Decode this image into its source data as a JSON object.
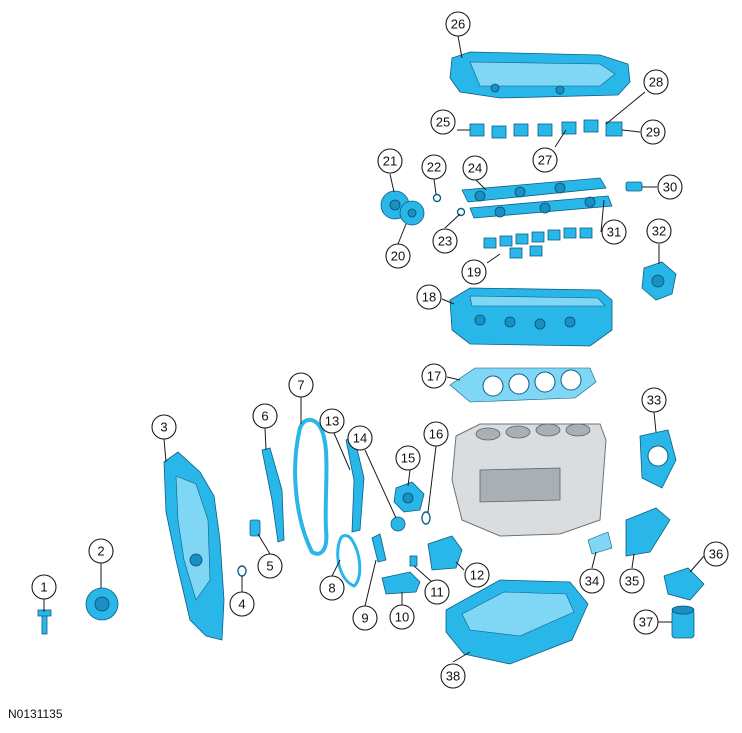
{
  "figure_id": "N0131135",
  "callouts": [
    "1",
    "2",
    "3",
    "4",
    "5",
    "6",
    "7",
    "8",
    "9",
    "10",
    "11",
    "12",
    "13",
    "14",
    "15",
    "16",
    "17",
    "18",
    "19",
    "20",
    "21",
    "22",
    "23",
    "24",
    "25",
    "26",
    "27",
    "28",
    "29",
    "30",
    "31",
    "32",
    "33",
    "34",
    "35",
    "36",
    "37",
    "38"
  ],
  "colors": {
    "part_fill": "#29b6e8",
    "part_stroke": "#0d5f86",
    "block_fill": "#d9dde0",
    "callout_stroke": "#1a1a1a"
  }
}
